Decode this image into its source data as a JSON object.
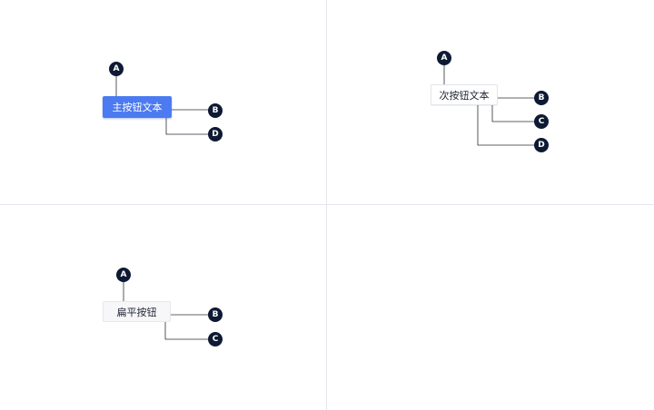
{
  "panels": {
    "primary": {
      "button_label": "主按钮文本",
      "markers": [
        "A",
        "B",
        "D"
      ]
    },
    "secondary": {
      "button_label": "次按钮文本",
      "markers": [
        "A",
        "B",
        "C",
        "D"
      ]
    },
    "flat": {
      "button_label": "扁平按钮",
      "markers": [
        "A",
        "B",
        "C"
      ]
    }
  },
  "colors": {
    "primary_button": "#4c7af0",
    "marker_fill": "#0e1a33",
    "leader_line": "#2a2f3a",
    "divider": "#e6e7ec"
  }
}
